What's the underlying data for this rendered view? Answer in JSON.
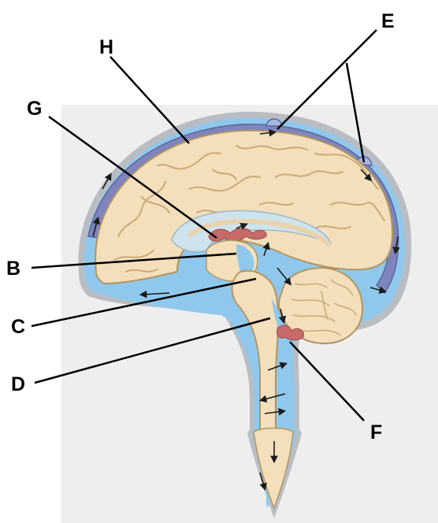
{
  "labels": {
    "E": "E",
    "H": "H",
    "G": "G",
    "B": "B",
    "C": "C",
    "D": "D",
    "F": "F"
  },
  "colors": {
    "background_panel": "#eeeeee",
    "dura": "#b9bdc3",
    "sinus": "#7e85bc",
    "csf": "#8fc8ec",
    "brain": "#f3dfbb",
    "brain_outline": "#b39563",
    "choroid_plexus": "#c86a6a",
    "leader_line": "#000000"
  }
}
